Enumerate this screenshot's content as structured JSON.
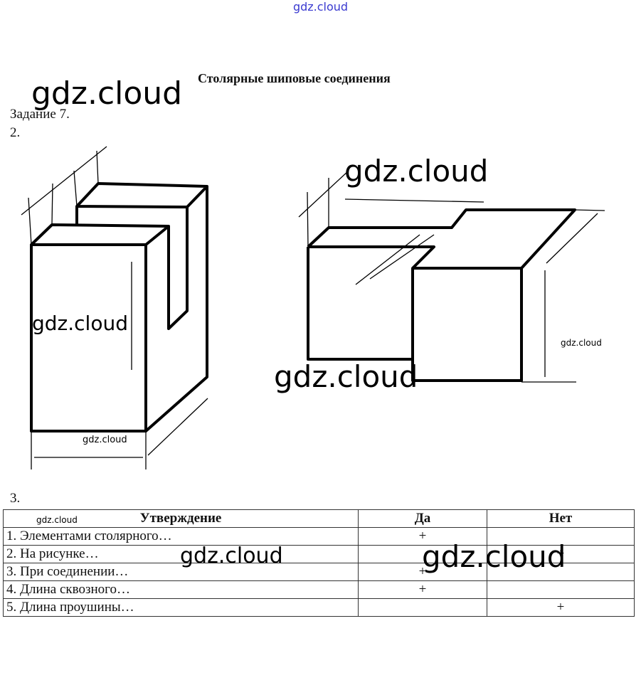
{
  "watermark": "gdz.cloud",
  "title": "Столярные шиповые соединения",
  "task": "Задание 7.",
  "part2": "2.",
  "part3": "3.",
  "table": {
    "headers": [
      "Утверждение",
      "Да",
      "Нет"
    ],
    "rows": [
      {
        "statement": "1. Элементами столярного…",
        "yes": "+",
        "no": ""
      },
      {
        "statement": "2. На рисунке…",
        "yes": "",
        "no": "+"
      },
      {
        "statement": "3. При соединении…",
        "yes": "+",
        "no": ""
      },
      {
        "statement": "4. Длина сквозного…",
        "yes": "+",
        "no": ""
      },
      {
        "statement": "5. Длина проушины…",
        "yes": "",
        "no": "+"
      }
    ]
  }
}
